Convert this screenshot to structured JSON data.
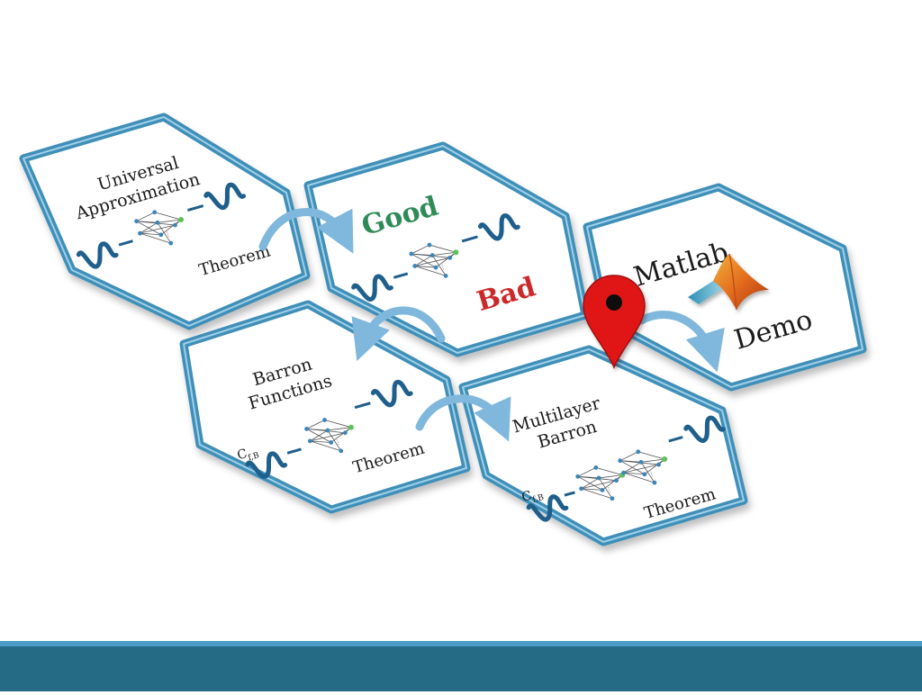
{
  "colors": {
    "hex_border": "#3f8fb8",
    "wave": "#1f5f8c",
    "good": "#2e8b57",
    "bad": "#cc2a2a",
    "arrow": "#7fb8dc",
    "pin": "#e01818",
    "footer": "#256b86"
  },
  "tiles": {
    "universal": {
      "title_line1": "Universal",
      "title_line2": "Approximation",
      "footer": "Theorem"
    },
    "goodbad": {
      "good": "Good",
      "bad": "Bad"
    },
    "matlab": {
      "title": "Matlab",
      "footer": "Demo",
      "logo_icon": "matlab-logo-icon"
    },
    "barron": {
      "title_line1": "Barron",
      "title_line2": "Functions",
      "constant": "C",
      "constant_sub": "f,B",
      "footer": "Theorem"
    },
    "multilayer": {
      "title_line1": "Multilayer",
      "title_line2": "Barron",
      "constant": "C",
      "constant_sub": "f,B",
      "footer": "Theorem"
    }
  },
  "icons": {
    "location_pin": "location-pin-icon",
    "arrow": "curved-arrow-icon"
  }
}
